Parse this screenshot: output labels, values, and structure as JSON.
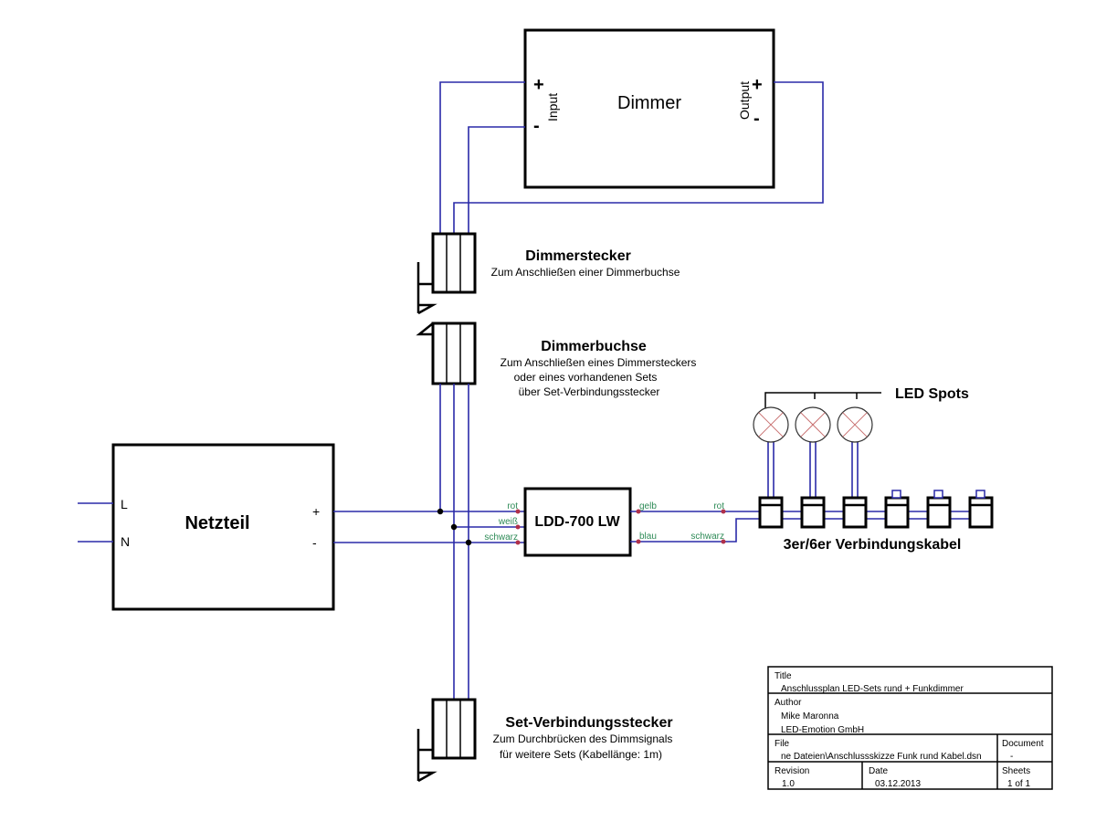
{
  "dimmer": {
    "label": "Dimmer",
    "input_label": "Input",
    "output_label": "Output",
    "plus": "+",
    "minus": "-"
  },
  "netzteil": {
    "label": "Netzteil",
    "pin_l": "L",
    "pin_n": "N",
    "pin_plus": "+",
    "pin_minus": "-"
  },
  "driver": {
    "label": "LDD-700 LW",
    "in_wires": [
      "rot",
      "weiß",
      "schwarz"
    ],
    "out_wires": [
      "gelb",
      "blau"
    ],
    "spot_wires": [
      "rot",
      "schwarz"
    ]
  },
  "dimmerstecker": {
    "title": "Dimmerstecker",
    "desc": "Zum Anschließen einer Dimmerbuchse"
  },
  "dimmerbuchse": {
    "title": "Dimmerbuchse",
    "desc_lines": [
      "Zum Anschließen eines Dimmersteckers",
      "oder eines vorhandenen Sets",
      "über Set-Verbindungsstecker"
    ]
  },
  "set_stecker": {
    "title": "Set-Verbindungsstecker",
    "desc_lines": [
      "Zum Durchbrücken des Dimmsignals",
      "für weitere Sets (Kabellänge: 1m)"
    ]
  },
  "led_spots": {
    "label": "LED Spots",
    "count": 3
  },
  "cable": {
    "label": "3er/6er Verbindungskabel",
    "connectors": 6
  },
  "title_block": {
    "title_label": "Title",
    "title_value": "Anschlussplan LED-Sets rund + Funkdimmer",
    "author_label": "Author",
    "author_name": "Mike Maronna",
    "author_company": "LED-Emotion GmbH",
    "file_label": "File",
    "file_value": "ne Dateien\\Anschlussskizze Funk rund Kabel.dsn",
    "document_label": "Document",
    "document_value": "-",
    "revision_label": "Revision",
    "revision_value": "1.0",
    "date_label": "Date",
    "date_value": "03.12.2013",
    "sheets_label": "Sheets",
    "sheets_value": "1 of 1"
  }
}
